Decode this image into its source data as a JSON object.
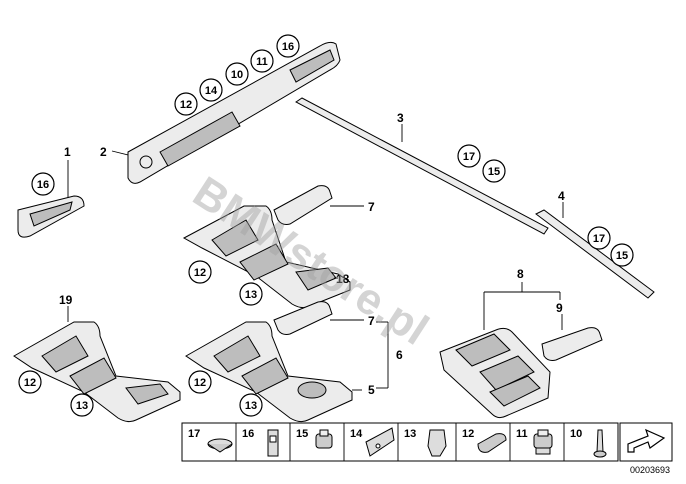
{
  "watermark": "BMWstore.pl",
  "reference_number": "00203693",
  "callouts": {
    "c1": "1",
    "c2": "2",
    "c3": "3",
    "c4": "4",
    "c5": "5",
    "c6": "6",
    "c7a": "7",
    "c7b": "7",
    "c8": "8",
    "c9": "9",
    "c18": "18",
    "c19": "19"
  },
  "circled": {
    "p2_12": "12",
    "p2_14": "14",
    "p2_10": "10",
    "p2_11": "11",
    "p2_16": "16",
    "p1_16": "16",
    "p3_17": "17",
    "p3_15": "15",
    "p4_17": "17",
    "p4_15": "15",
    "p18_12": "12",
    "p18_13": "13",
    "p19_12": "12",
    "p19_13": "13",
    "p6_12": "12",
    "p6_13": "13"
  },
  "legend": [
    "17",
    "16",
    "15",
    "14",
    "13",
    "12",
    "11",
    "10"
  ]
}
